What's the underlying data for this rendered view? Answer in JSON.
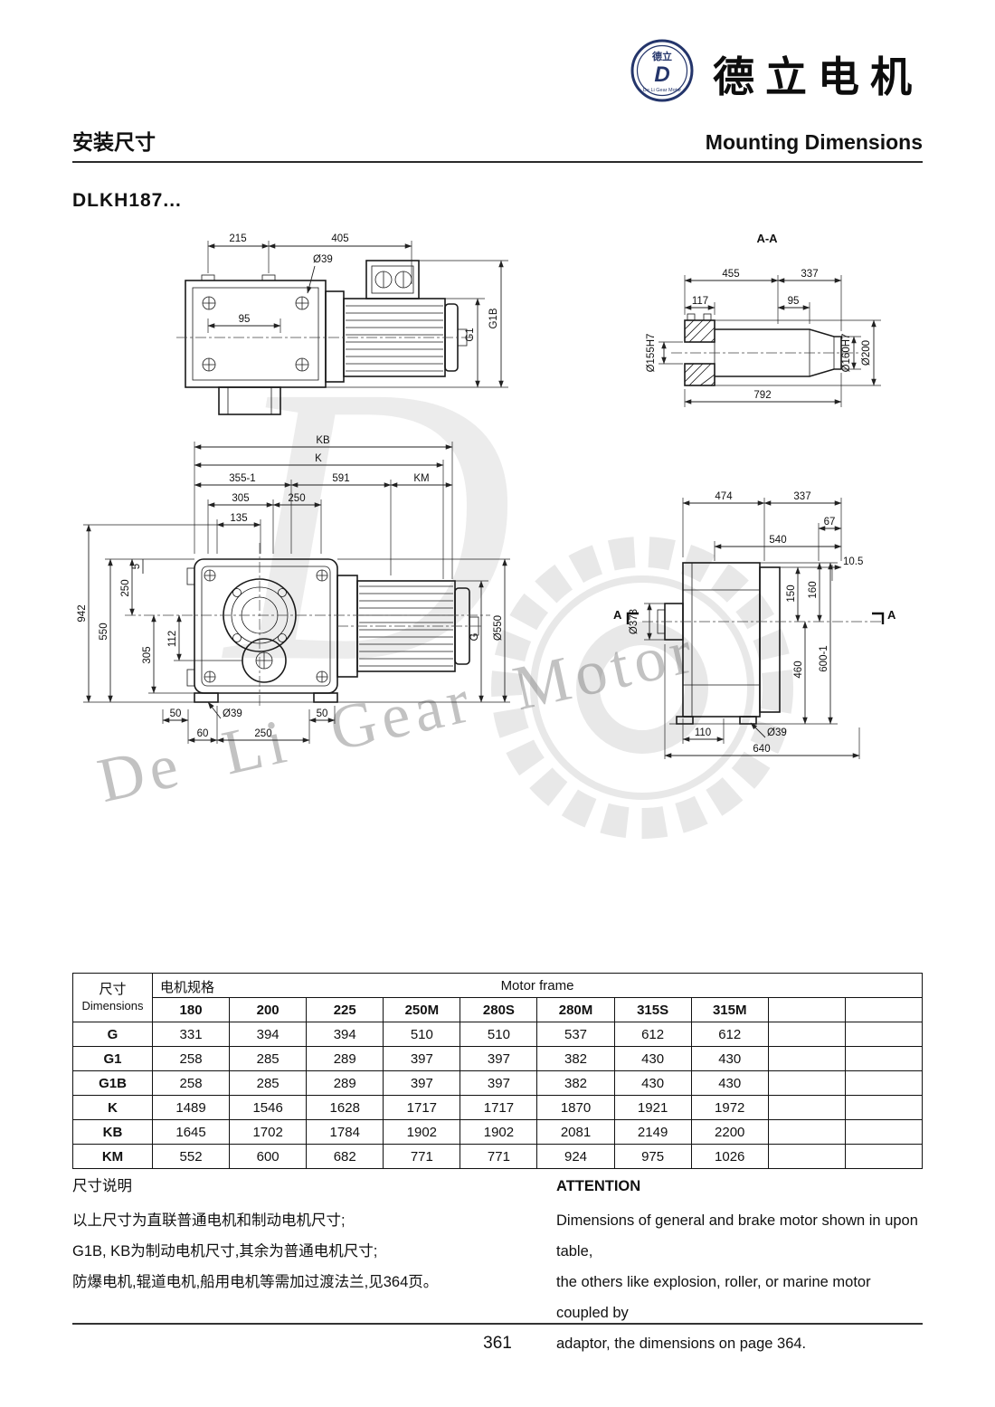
{
  "header": {
    "logo_cn": "德立",
    "logo_letter": "D",
    "logo_sub": "De Li Gear Motor",
    "brand_cn": "德立电机",
    "title_cn": "安装尺寸",
    "title_en": "Mounting Dimensions",
    "model": "DLKH187..."
  },
  "drawings": {
    "view1": {
      "labels": {
        "l215": "215",
        "l405": "405",
        "l39": "Ø39",
        "l95": "95",
        "lG1": "G1",
        "lG1B": "G1B"
      }
    },
    "view2": {
      "title": "A-A",
      "labels": {
        "l455": "455",
        "l337": "337",
        "l117": "117",
        "l95": "95",
        "l792": "792",
        "l155": "Ø155H7",
        "l160": "Ø160H7",
        "l200": "Ø200"
      }
    },
    "view3": {
      "labels": {
        "lKB": "KB",
        "lK": "K",
        "l355": "355-1",
        "l591": "591",
        "lKM": "KM",
        "l305a": "305",
        "l250a": "250",
        "l135": "135",
        "l942": "942",
        "l550": "550",
        "l250b": "250",
        "l5": "5",
        "l305b": "305",
        "l112": "112",
        "l50a": "50",
        "l39": "Ø39",
        "l50b": "50",
        "l60": "60",
        "l250c": "250",
        "lG": "G",
        "l550d": "Ø550"
      }
    },
    "view4": {
      "labels": {
        "l474": "474",
        "l337": "337",
        "l67": "67",
        "l540": "540",
        "l105": "10.5",
        "l150": "150",
        "l160": "160",
        "l373": "Ø373",
        "l460": "460",
        "l600": "600-1",
        "lAl": "A",
        "lAr": "A",
        "l110": "110",
        "l39": "Ø39",
        "l640": "640"
      }
    },
    "watermark_text": "De Li Gear Motor",
    "watermark_letter": "D"
  },
  "table": {
    "dim_header_cn": "尺寸",
    "dim_header_en": "Dimensions",
    "frame_header_cn": "电机规格",
    "frame_header_en": "Motor frame",
    "columns": [
      "180",
      "200",
      "225",
      "250M",
      "280S",
      "280M",
      "315S",
      "315M",
      "",
      ""
    ],
    "rows": [
      {
        "label": "G",
        "values": [
          "331",
          "394",
          "394",
          "510",
          "510",
          "537",
          "612",
          "612",
          "",
          ""
        ]
      },
      {
        "label": "G1",
        "values": [
          "258",
          "285",
          "289",
          "397",
          "397",
          "382",
          "430",
          "430",
          "",
          ""
        ]
      },
      {
        "label": "G1B",
        "values": [
          "258",
          "285",
          "289",
          "397",
          "397",
          "382",
          "430",
          "430",
          "",
          ""
        ]
      },
      {
        "label": "K",
        "values": [
          "1489",
          "1546",
          "1628",
          "1717",
          "1717",
          "1870",
          "1921",
          "1972",
          "",
          ""
        ]
      },
      {
        "label": "KB",
        "values": [
          "1645",
          "1702",
          "1784",
          "1902",
          "1902",
          "2081",
          "2149",
          "2200",
          "",
          ""
        ]
      },
      {
        "label": "KM",
        "values": [
          "552",
          "600",
          "682",
          "771",
          "771",
          "924",
          "975",
          "1026",
          "",
          ""
        ]
      }
    ]
  },
  "notes_cn": {
    "title": "尺寸说明",
    "lines": [
      "以上尺寸为直联普通电机和制动电机尺寸;",
      "G1B, KB为制动电机尺寸,其余为普通电机尺寸;",
      "防爆电机,辊道电机,船用电机等需加过渡法兰,见364页。"
    ]
  },
  "notes_en": {
    "title": "ATTENTION",
    "lines": [
      "Dimensions of general and brake motor shown in upon table,",
      "the others like explosion, roller, or marine motor coupled by",
      "adaptor, the dimensions on page 364."
    ]
  },
  "page_number": "361"
}
